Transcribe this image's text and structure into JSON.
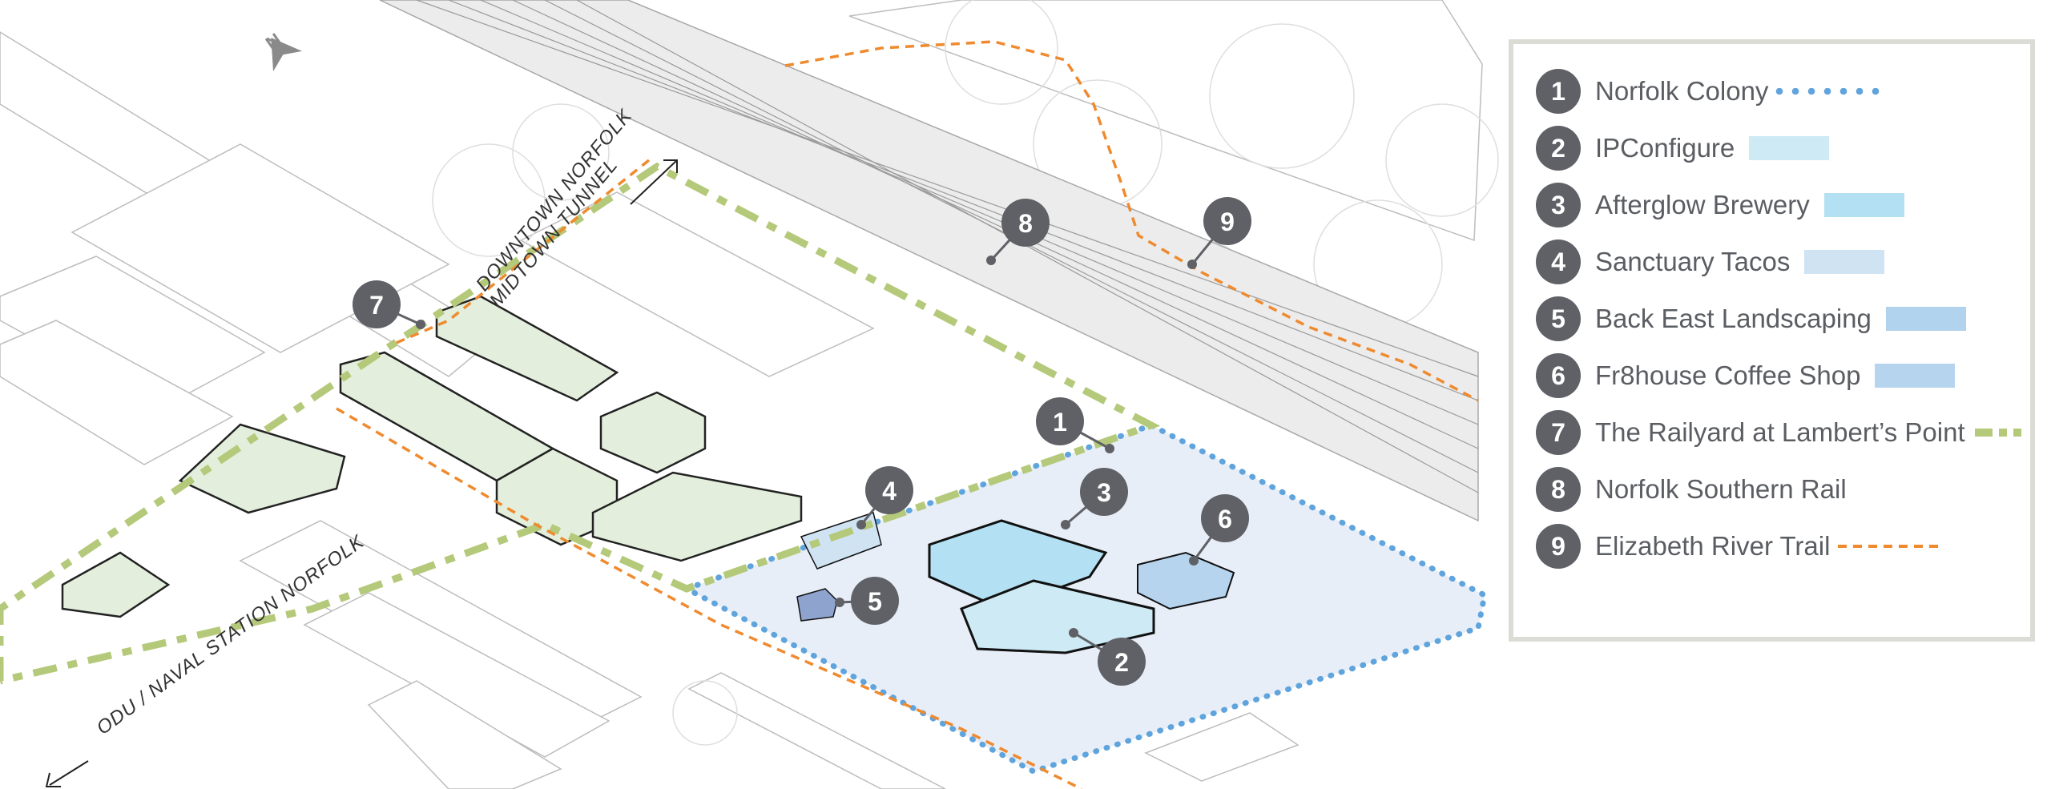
{
  "map": {
    "direction_labels": {
      "downtown": "DOWNTOWN NORFOLK",
      "tunnel": "MIDTOWN TUNNEL",
      "odu": "ODU / NAVAL STATION NORFOLK"
    },
    "north_label": "N",
    "markers": [
      "1",
      "2",
      "3",
      "4",
      "5",
      "6",
      "7",
      "8",
      "9"
    ]
  },
  "legend": {
    "items": [
      {
        "num": "1",
        "label": "Norfolk Colony",
        "symbol": "dotted-line",
        "color": "#5fa4dc"
      },
      {
        "num": "2",
        "label": "IPConfigure",
        "symbol": "swatch",
        "color": "#cdeaf5"
      },
      {
        "num": "3",
        "label": "Afterglow Brewery",
        "symbol": "swatch",
        "color": "#b3e0f2"
      },
      {
        "num": "4",
        "label": "Sanctuary Tacos",
        "symbol": "swatch",
        "color": "#cfe3f3"
      },
      {
        "num": "5",
        "label": "Back East Landscaping",
        "symbol": "swatch",
        "color": "#b2d3ee"
      },
      {
        "num": "6",
        "label": "Fr8house Coffee Shop",
        "symbol": "swatch",
        "color": "#b7d4ef"
      },
      {
        "num": "7",
        "label": "The Railyard at Lambert’s Point",
        "symbol": "dash-dot-line",
        "color": "#b5c97a"
      },
      {
        "num": "8",
        "label": "Norfolk Southern Rail",
        "symbol": "none"
      },
      {
        "num": "9",
        "label": "Elizabeth River Trail",
        "symbol": "dashed-line",
        "color": "#ef8a2f"
      }
    ]
  }
}
